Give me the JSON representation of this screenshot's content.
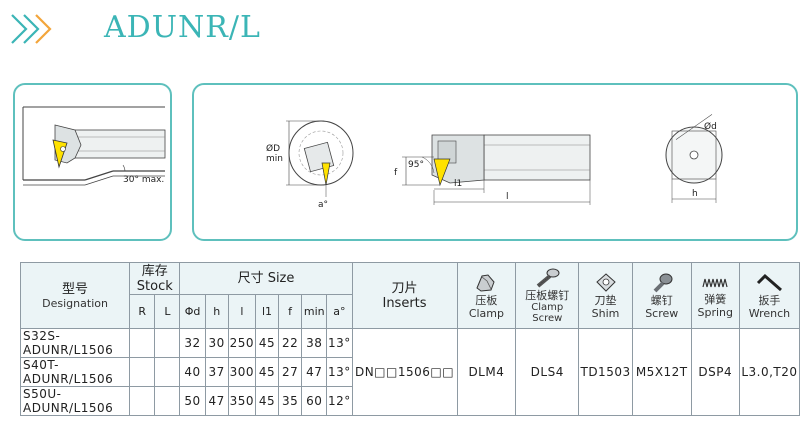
{
  "header": {
    "title": "ADUNR/L"
  },
  "drawing": {
    "left_label_angle": "30° max.",
    "dim_diameter_top": "ØD",
    "dim_diameter_bottom": "min",
    "dim_angle_a": "a°",
    "dim_angle_95": "95°",
    "dim_f": "f",
    "dim_l1": "l1",
    "dim_l": "l",
    "dim_d": "Ød",
    "dim_h": "h"
  },
  "table": {
    "col_type_cn": "型号",
    "col_type_en": "Designation",
    "col_stock_cn": "库存",
    "col_stock_en": "Stock",
    "col_stock_r": "R",
    "col_stock_l": "L",
    "col_size_title": "尺寸 Size",
    "col_sizes": [
      "Φd",
      "h",
      "l",
      "l1",
      "f",
      "min",
      "a°"
    ],
    "col_insert_cn": "刀片",
    "col_insert_en": "Inserts",
    "col_clamp_cn": "压板",
    "col_clamp_en": "Clamp",
    "col_clampscrew_cn": "压板螺钉",
    "col_clampscrew_en": "Clamp Screw",
    "col_shim_cn": "刀垫",
    "col_shim_en": "Shim",
    "col_screw_cn": "螺钉",
    "col_screw_en": "Screw",
    "col_spring_cn": "弹簧",
    "col_spring_en": "Spring",
    "col_wrench_cn": "扳手",
    "col_wrench_en": "Wrench",
    "rows": [
      {
        "designation": "S32S-ADUNR/L1506",
        "d": "32",
        "h": "30",
        "l": "250",
        "l1": "45",
        "f": "22",
        "min": "38",
        "a": "13°"
      },
      {
        "designation": "S40T-ADUNR/L1506",
        "d": "40",
        "h": "37",
        "l": "300",
        "l1": "45",
        "f": "27",
        "min": "47",
        "a": "13°"
      },
      {
        "designation": "S50U-ADUNR/L1506",
        "d": "50",
        "h": "47",
        "l": "350",
        "l1": "45",
        "f": "35",
        "min": "60",
        "a": "12°"
      }
    ],
    "insert": "DN□□1506□□",
    "clamp": "DLM4",
    "clamp_screw": "DLS4",
    "shim": "TD1503",
    "screw": "M5X12T",
    "spring": "DSP4",
    "wrench": "L3.0,T20"
  },
  "colors": {
    "accent": "#3bb5b6",
    "chevron_orange": "#f3a53b",
    "chevron_teal": "#3bb5b6",
    "insert_yellow": "#ffe200",
    "panel_border": "#5ec0bd"
  }
}
